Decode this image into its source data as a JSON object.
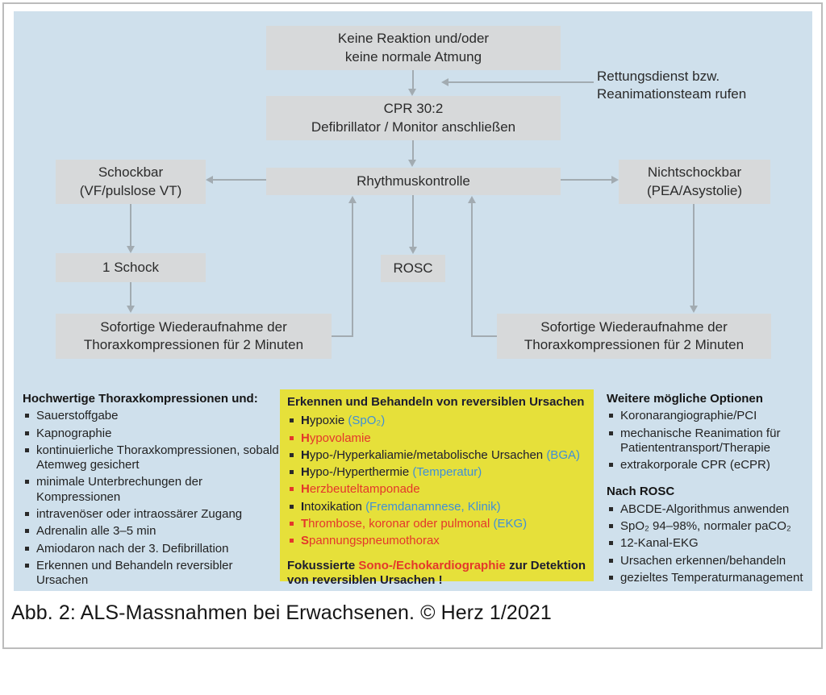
{
  "palette": {
    "background_blue": "#cfe0ec",
    "box_gray": "#d7d9da",
    "arrow_gray": "#a2abb1",
    "yellow": "#e6e03a",
    "red": "#e4372b",
    "blue_text": "#3f8fd8",
    "dark_text": "#1c1c30"
  },
  "flowchart": {
    "no_reaction": {
      "line1": "Keine Reaktion und/oder",
      "line2": "keine normale Atmung"
    },
    "cpr": {
      "line1": "CPR 30:2",
      "line2": "Defibrillator / Monitor anschließen"
    },
    "rhythm": {
      "label": "Rhythmuskontrolle"
    },
    "shockable": {
      "line1": "Schockbar",
      "line2": "(VF/pulslose VT)"
    },
    "nonshockable": {
      "line1": "Nichtschockbar",
      "line2": "(PEA/Asystolie)"
    },
    "one_shock": {
      "label": "1 Schock"
    },
    "rosc": {
      "label": "ROSC"
    },
    "resume_left": {
      "line1": "Sofortige Wiederaufnahme der",
      "line2": "Thoraxkompressionen für 2 Minuten"
    },
    "resume_right": {
      "line1": "Sofortige Wiederaufnahme der",
      "line2": "Thoraxkompressionen für 2 Minuten"
    },
    "side_note": {
      "line1": "Rettungsdienst bzw.",
      "line2": "Reanimationsteam rufen"
    }
  },
  "sections": {
    "left": {
      "title": "Hochwertige Thoraxkompressionen und:",
      "items": [
        "Sauerstoffgabe",
        "Kapnographie",
        "kontinuierliche Thoraxkompressionen, sobald Atemweg gesichert",
        "minimale Unterbrechungen der Kompressionen",
        "intravenöser oder intraossärer Zugang",
        "Adrenalin alle 3–5 min",
        "Amiodaron nach der 3. Defibrillation",
        "Erkennen und Behandeln reversibler Ursachen"
      ]
    },
    "middle": {
      "title": "Erkennen und Behandeln von reversiblen Ursachen",
      "items": [
        {
          "lead": "H",
          "text": "ypoxie",
          "paren": "(SpO₂)",
          "color": "dark"
        },
        {
          "lead": "H",
          "text": "ypovolamie",
          "paren": "",
          "color": "red"
        },
        {
          "lead": "H",
          "text": "ypo-/Hyperkaliamie/metabolische Ursachen",
          "paren": "(BGA)",
          "color": "dark"
        },
        {
          "lead": "H",
          "text": "ypo-/Hyperthermie",
          "paren": "(Temperatur)",
          "color": "dark"
        },
        {
          "lead": "H",
          "text": "erzbeuteltamponade",
          "paren": "",
          "color": "red"
        },
        {
          "lead": "I",
          "text": "ntoxikation",
          "paren": "(Fremdanamnese, Klinik)",
          "color": "dark"
        },
        {
          "lead": "T",
          "text": "hrombose, koronar oder pulmonal",
          "paren": "(EKG)",
          "color": "red"
        },
        {
          "lead": "S",
          "text": "pannungspneumothorax",
          "paren": "",
          "color": "red"
        }
      ],
      "footer_parts": [
        {
          "text": "Fokussierte ",
          "color": "dark"
        },
        {
          "text": "Sono-/Echokardiographie",
          "color": "red"
        },
        {
          "text": " zur Detektion von reversiblen Ursachen !",
          "color": "dark"
        }
      ]
    },
    "right": {
      "title1": "Weitere mögliche Optionen",
      "items1": [
        "Koronarangiographie/PCI",
        "mechanische Reanimation für Patiententransport/Therapie",
        "extrakorporale CPR (eCPR)"
      ],
      "title2": "Nach ROSC",
      "items2": [
        "ABCDE-Algorithmus anwenden",
        "SpO₂ 94–98%, normaler paCO₂",
        "12-Kanal-EKG",
        "Ursachen erkennen/behandeln",
        "gezieltes Temperaturmanagement"
      ]
    }
  },
  "caption": "Abb. 2: ALS-Massnahmen bei Erwachsenen. © Herz 1/2021"
}
